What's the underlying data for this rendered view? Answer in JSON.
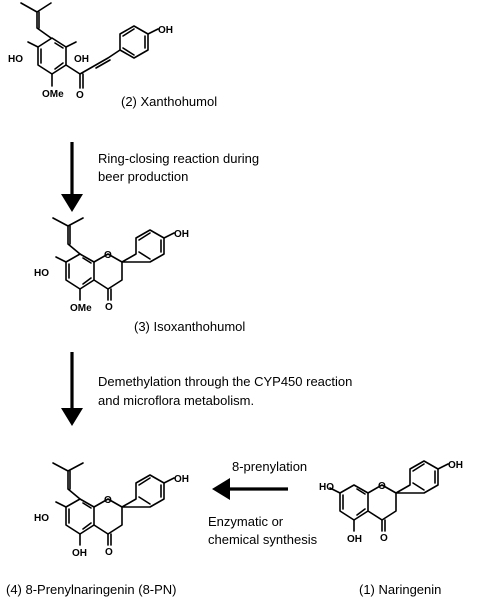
{
  "compounds": {
    "xanthohumol": {
      "label": "(2) Xanthohumol",
      "atoms": {
        "ho_left": "HO",
        "oh_mid": "OH",
        "ome": "OMe",
        "o_keto": "O",
        "oh_right": "OH"
      }
    },
    "isoxanthohumol": {
      "label": "(3) Isoxanthohumol",
      "atoms": {
        "ho_left": "HO",
        "o_ring": "O",
        "ome": "OMe",
        "o_keto": "O",
        "oh_right": "OH"
      }
    },
    "prenylnaringenin": {
      "label": "(4) 8-Prenylnaringenin (8-PN)",
      "atoms": {
        "ho_left": "HO",
        "o_ring": "O",
        "oh_bottom": "OH",
        "o_keto": "O",
        "oh_right": "OH"
      }
    },
    "naringenin": {
      "label": "(1) Naringenin",
      "atoms": {
        "ho_left": "HO",
        "o_ring": "O",
        "oh_bottom": "OH",
        "o_keto": "O",
        "oh_right": "OH"
      }
    }
  },
  "arrows": {
    "ring_closing": {
      "line1": "Ring-closing reaction during",
      "line2": "beer production"
    },
    "demethylation": {
      "line1": "Demethylation through the CYP450 reaction",
      "line2": "and microflora metabolism."
    },
    "prenylation": {
      "top": "8-prenylation",
      "line1": "Enzymatic or",
      "line2": "chemical synthesis"
    }
  }
}
